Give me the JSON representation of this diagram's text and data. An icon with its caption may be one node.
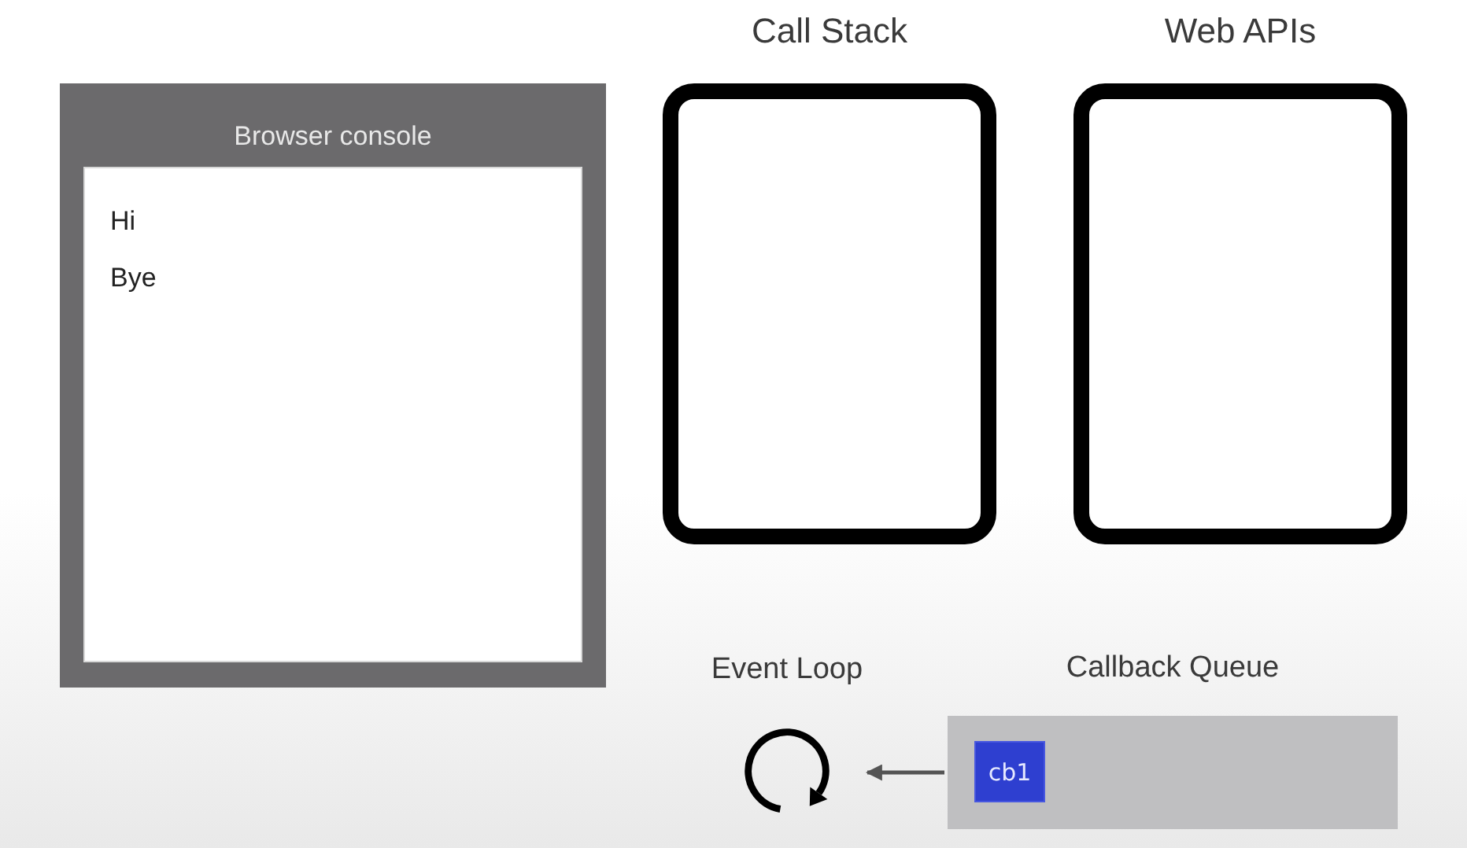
{
  "diagram": {
    "nodes": [
      {
        "text": [
          "Browser console"
        ]
      },
      {
        "text": [
          "Hi",
          "Bye"
        ],
        "in": 0
      },
      {
        "text": [
          "Call Stack"
        ]
      },
      {
        "text": [
          "Web APIs"
        ]
      },
      {
        "text": [
          "Event Loop"
        ]
      },
      {
        "text": [
          "Callback Queue"
        ]
      },
      {
        "text": [
          "cb1"
        ],
        "in": 5
      }
    ],
    "edges": [
      {
        "from": 5,
        "to": 4,
        "arrow": "to"
      }
    ]
  }
}
